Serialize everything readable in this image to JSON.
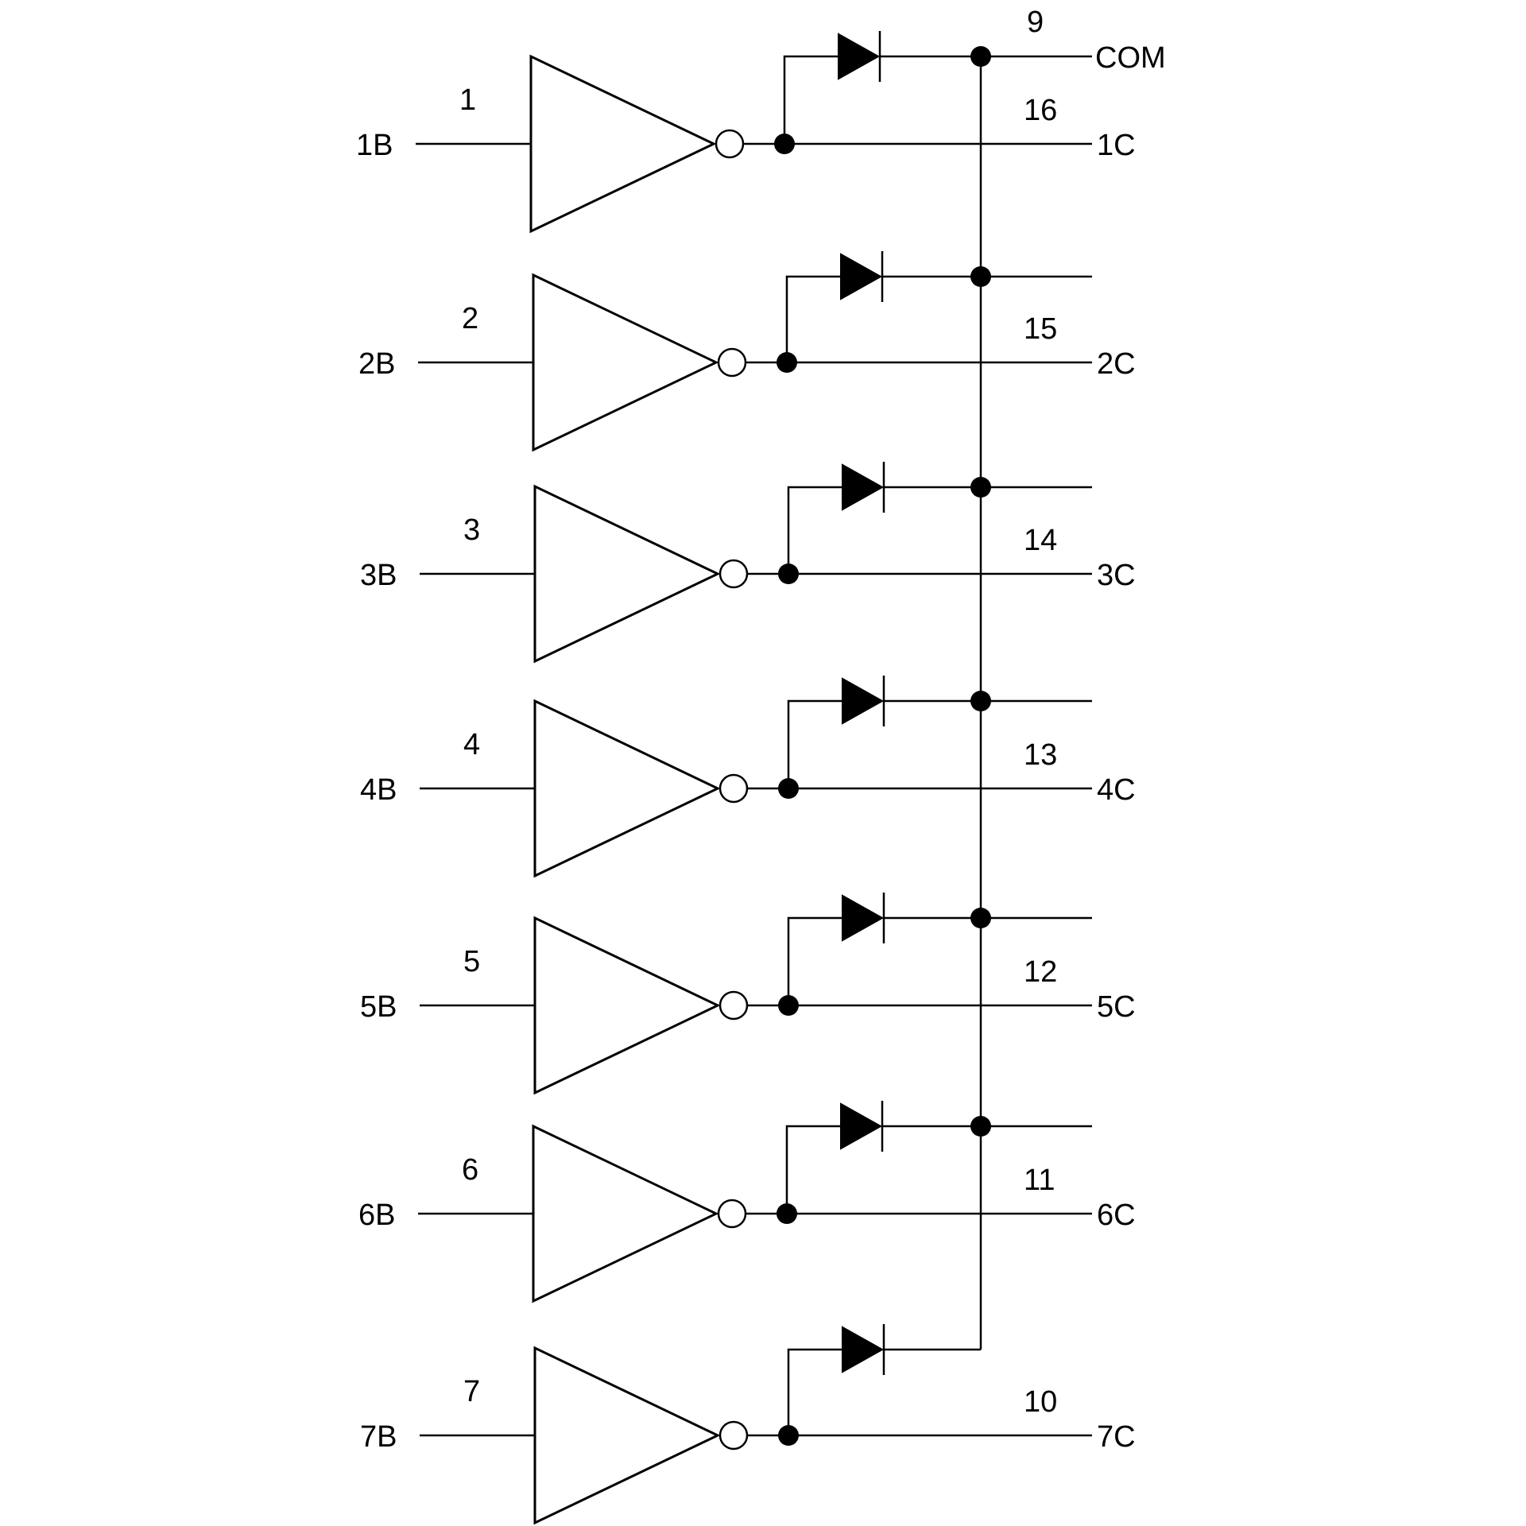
{
  "diagram": {
    "common_pin": "9",
    "common_label": "COM",
    "channels": [
      {
        "input_pin": "1",
        "input_label": "1B",
        "output_pin": "16",
        "output_label": "1C"
      },
      {
        "input_pin": "2",
        "input_label": "2B",
        "output_pin": "15",
        "output_label": "2C"
      },
      {
        "input_pin": "3",
        "input_label": "3B",
        "output_pin": "14",
        "output_label": "3C"
      },
      {
        "input_pin": "4",
        "input_label": "4B",
        "output_pin": "13",
        "output_label": "4C"
      },
      {
        "input_pin": "5",
        "input_label": "5B",
        "output_pin": "12",
        "output_label": "5C"
      },
      {
        "input_pin": "6",
        "input_label": "6B",
        "output_pin": "11",
        "output_label": "6C"
      },
      {
        "input_pin": "7",
        "input_label": "7B",
        "output_pin": "10",
        "output_label": "7C"
      }
    ]
  }
}
